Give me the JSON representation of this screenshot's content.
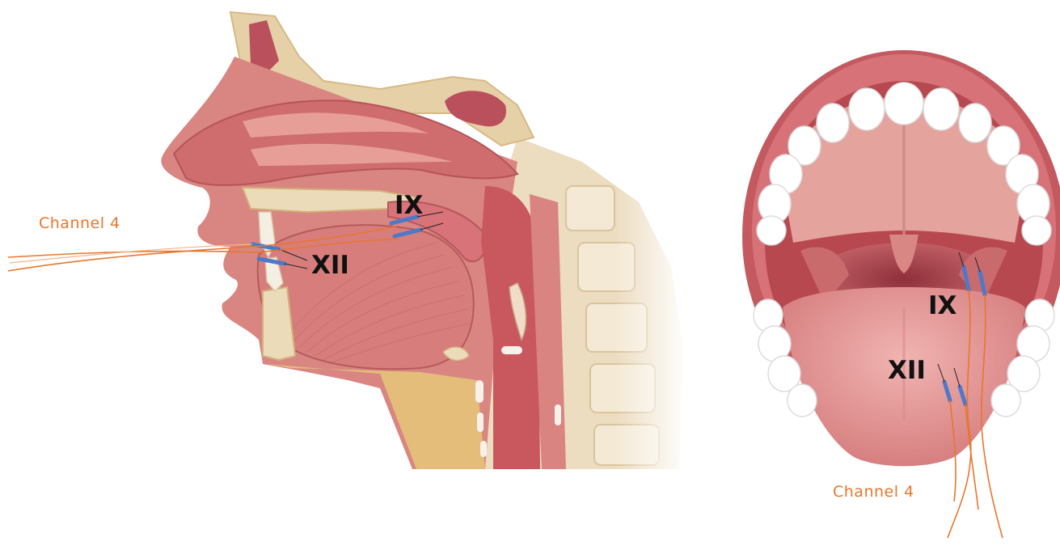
{
  "labels": {
    "sagittal_channel": "Channel 4",
    "sagittal_nerve_ix": "IX",
    "sagittal_nerve_xii": "XII",
    "mouth_channel": "Channel 4",
    "mouth_nerve_ix": "IX",
    "mouth_nerve_xii": "XII"
  },
  "colors": {
    "tissue": "#d97a7a",
    "tissue_dark": "#b95c5f",
    "tissue_light": "#eaa7a3",
    "bone": "#ead7b4",
    "fat": "#e3bd79",
    "teeth": "#ffffff",
    "electrode": "#4e78c8",
    "wire": "#e8762d",
    "label_text": "#111111"
  }
}
